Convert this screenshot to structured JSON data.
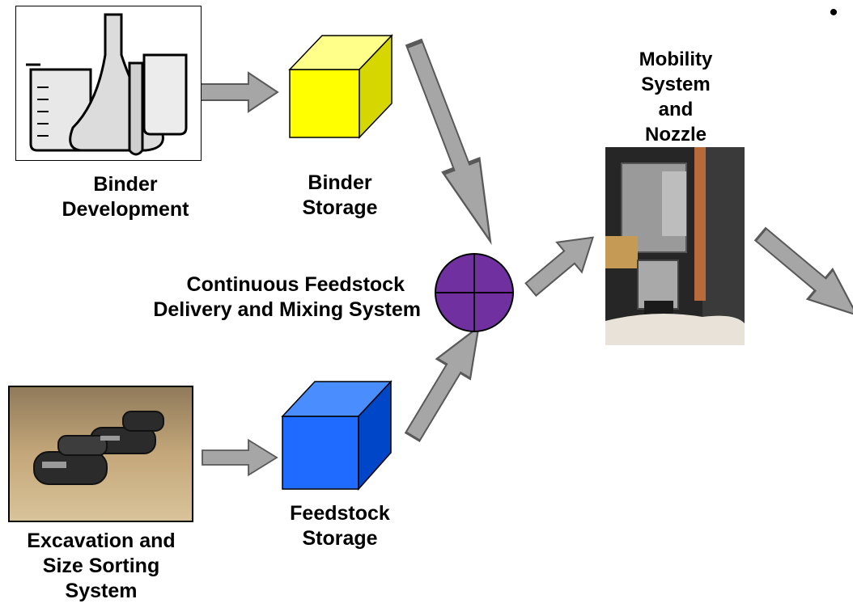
{
  "diagram": {
    "nodes": {
      "binder_development": {
        "label_line1": "Binder",
        "label_line2": "Development"
      },
      "binder_storage": {
        "label_line1": "Binder",
        "label_line2": "Storage",
        "color": "#ffff00"
      },
      "mixing_system": {
        "label_line1": "Continuous Feedstock",
        "label_line2": "Delivery and Mixing System",
        "color": "#7030a0"
      },
      "feedstock_storage": {
        "label_line1": "Feedstock",
        "label_line2": "Storage",
        "color": "#1f6bff"
      },
      "excavation": {
        "label_line1": "Excavation and",
        "label_line2": "Size Sorting",
        "label_line3": "System"
      },
      "mobility": {
        "label_line1": "Mobility",
        "label_line2": "System",
        "label_line3": "and",
        "label_line4": "Nozzle"
      }
    },
    "arrow_color": "#a6a6a6",
    "bullet": "•"
  }
}
